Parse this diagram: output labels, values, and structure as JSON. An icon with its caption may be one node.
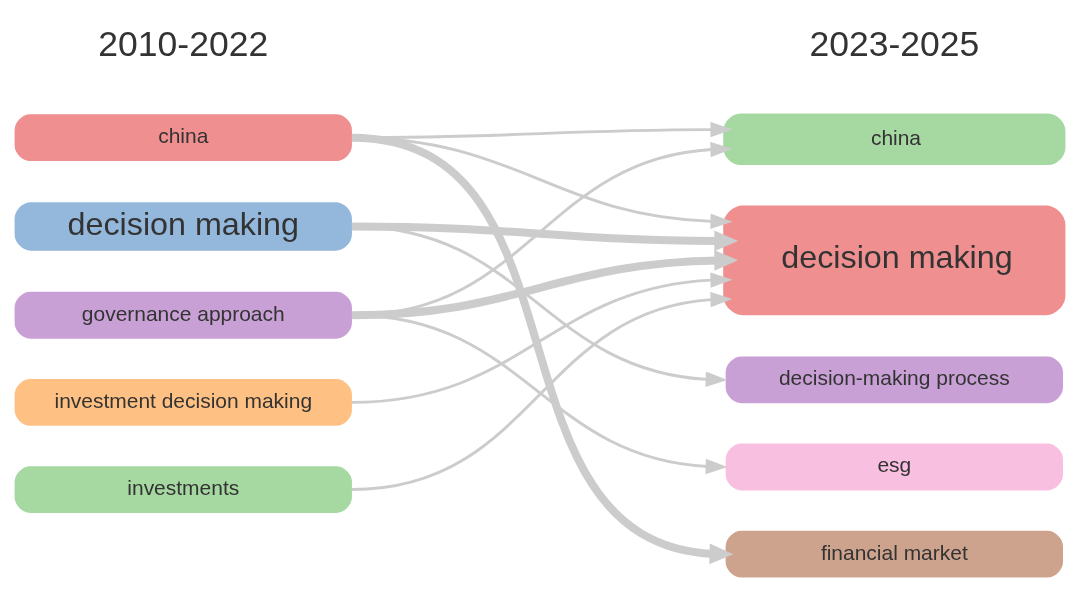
{
  "diagram": {
    "nodes": [
      {
        "text": [
          "china"
        ]
      },
      {
        "text": [
          "decision making"
        ]
      },
      {
        "text": [
          "governance approach"
        ]
      },
      {
        "text": [
          "investment decision making"
        ]
      },
      {
        "text": [
          "investments"
        ]
      },
      {
        "text": [
          "china"
        ]
      },
      {
        "text": [
          "decision making"
        ]
      },
      {
        "text": [
          "decision-making process"
        ]
      },
      {
        "text": [
          "esg"
        ]
      },
      {
        "text": [
          "financial market"
        ]
      }
    ],
    "edges": [
      {
        "from": 0,
        "to": 5,
        "arrow": "to"
      },
      {
        "from": 0,
        "to": 6,
        "arrow": "to"
      },
      {
        "from": 0,
        "to": 9,
        "arrow": "to",
        "style": "thick"
      },
      {
        "from": 1,
        "to": 6,
        "arrow": "to",
        "style": "thick"
      },
      {
        "from": 1,
        "to": 7,
        "arrow": "to"
      },
      {
        "from": 2,
        "to": 5,
        "arrow": "to"
      },
      {
        "from": 2,
        "to": 6,
        "arrow": "to",
        "style": "thick"
      },
      {
        "from": 2,
        "to": 8,
        "arrow": "to"
      },
      {
        "from": 3,
        "to": 6,
        "arrow": "to"
      },
      {
        "from": 4,
        "to": 6,
        "arrow": "to"
      }
    ],
    "labels": [
      "2010-2022",
      "2023-2025"
    ]
  }
}
